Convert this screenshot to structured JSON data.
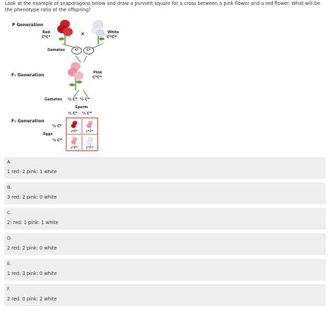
{
  "question": {
    "text": "Look at the example of snapdragons below and draw a punnett square for a cross between a pink flower and a red flower. What will be the phenotype ratio of the offspring?"
  },
  "figure": {
    "p_generation": "P Generation",
    "red_label": "Red",
    "red_genotype": "CᴿCᴿ",
    "cross_symbol": "×",
    "white_label": "White",
    "white_genotype": "CᵂCᵂ",
    "gametes_label": "Gametes",
    "gamete_r": "Cᴿ",
    "gamete_w": "Cᵂ",
    "f1_generation": "F₁ Generation",
    "pink_label": "Pink",
    "pink_genotype": "CᴿCᵂ",
    "gametes_f1_label": "Gametes",
    "gamete_half_r": "½ Cᴿ",
    "gamete_half_w": "½ Cᵂ",
    "sperm_label": "Sperm",
    "sperm_r": "½ Cᴿ",
    "sperm_w": "½ Cᵂ",
    "f2_generation": "F₂ Generation",
    "eggs_label": "Eggs",
    "egg_r": "½ Cᴿ",
    "egg_w": "½ Cᵂ",
    "cells": [
      "CᴿCᴿ",
      "CᴿCᵂ",
      "CᴿCᵂ",
      "CᵂCᵂ"
    ],
    "colors": {
      "red": "#c8202a",
      "pink": "#f2a4b8",
      "white": "#dfe6ee",
      "leaf": "#5c9a3c"
    }
  },
  "options": [
    {
      "letter": "A.",
      "text": "1 red: 2 pink: 1 white"
    },
    {
      "letter": "B.",
      "text": "3 red: 2 pink: 0 white"
    },
    {
      "letter": "C.",
      "text": "2: red: 1 pink: 1 white"
    },
    {
      "letter": "D.",
      "text": "2 red: 2 pink: 0 white"
    },
    {
      "letter": "E.",
      "text": "1 red: 3 pink: 0 white"
    },
    {
      "letter": "F.",
      "text": "2 red: 0 pink: 2 white"
    }
  ]
}
